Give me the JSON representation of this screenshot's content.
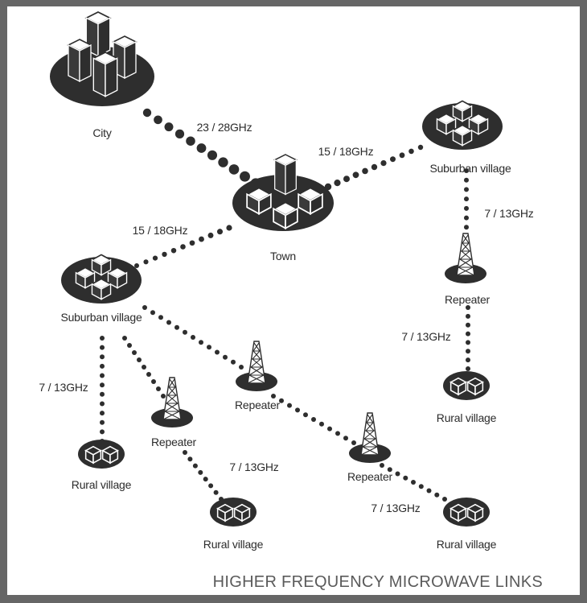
{
  "footer_title": "HIGHER FREQUENCY MICROWAVE LINKS",
  "colors": {
    "frame": "#666666",
    "base": "#2e2e2e",
    "links": "#2e2e2e",
    "text": "#2b2b2b"
  },
  "nodes": {
    "city": "City",
    "town": "Town",
    "suburban_village_right": "Suburban village",
    "suburban_village_left": "Suburban village",
    "repeater_right": "Repeater",
    "repeater_left": "Repeater",
    "repeater_middle": "Repeater",
    "repeater_far": "Repeater",
    "rural_village_right": "Rural village",
    "rural_village_left": "Rural village",
    "rural_village_bottom_middle": "Rural village",
    "rural_village_bottom_right": "Rural village"
  },
  "links": {
    "city_town": "23 / 28GHz",
    "town_suburban_right": "15 / 18GHz",
    "town_suburban_left": "15 / 18GHz",
    "suburban_right_repeater": "7 / 13GHz",
    "repeater_right_rural": "7 / 13GHz",
    "suburban_left_rural": "7 / 13GHz",
    "repeater_left_rural": "7 / 13GHz",
    "repeater_far_rural": "7 / 13GHz"
  }
}
